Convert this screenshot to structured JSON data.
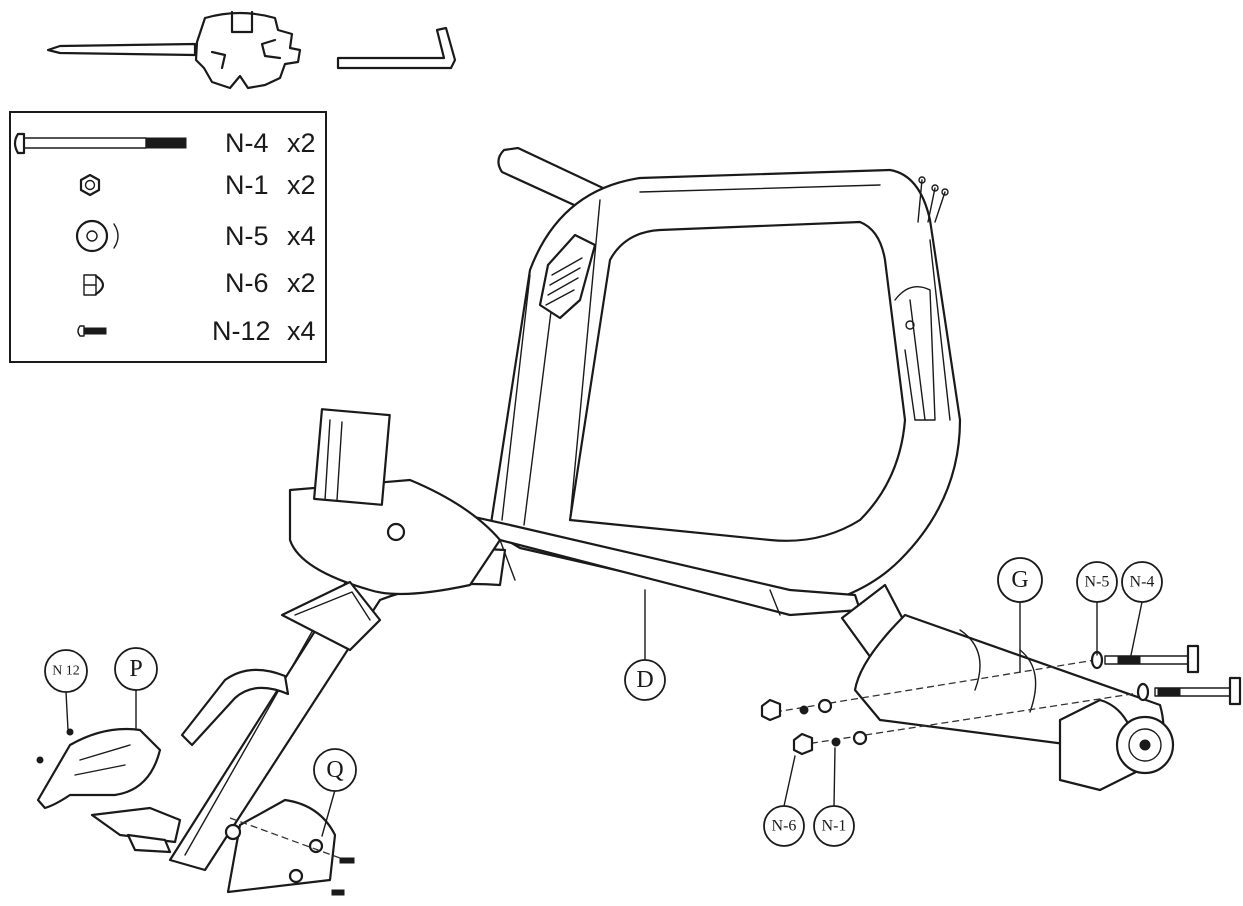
{
  "parts_list": [
    {
      "code": "N-4",
      "qty": "x2",
      "icon": "carriage-bolt-icon"
    },
    {
      "code": "N-1",
      "qty": "x2",
      "icon": "hex-nut-icon"
    },
    {
      "code": "N-5",
      "qty": "x4",
      "icon": "washer-icon"
    },
    {
      "code": "N-6",
      "qty": "x2",
      "icon": "cap-nut-icon"
    },
    {
      "code": "N-12",
      "qty": "x4",
      "icon": "screw-icon"
    }
  ],
  "callouts": {
    "G": "G",
    "N5": "N-5",
    "N4": "N-4",
    "D": "D",
    "N12": "N 12",
    "P": "P",
    "Q": "Q",
    "N6": "N-6",
    "N1": "N-1"
  },
  "tools": [
    "screwdriver-wrench-icon",
    "allen-key-icon"
  ]
}
